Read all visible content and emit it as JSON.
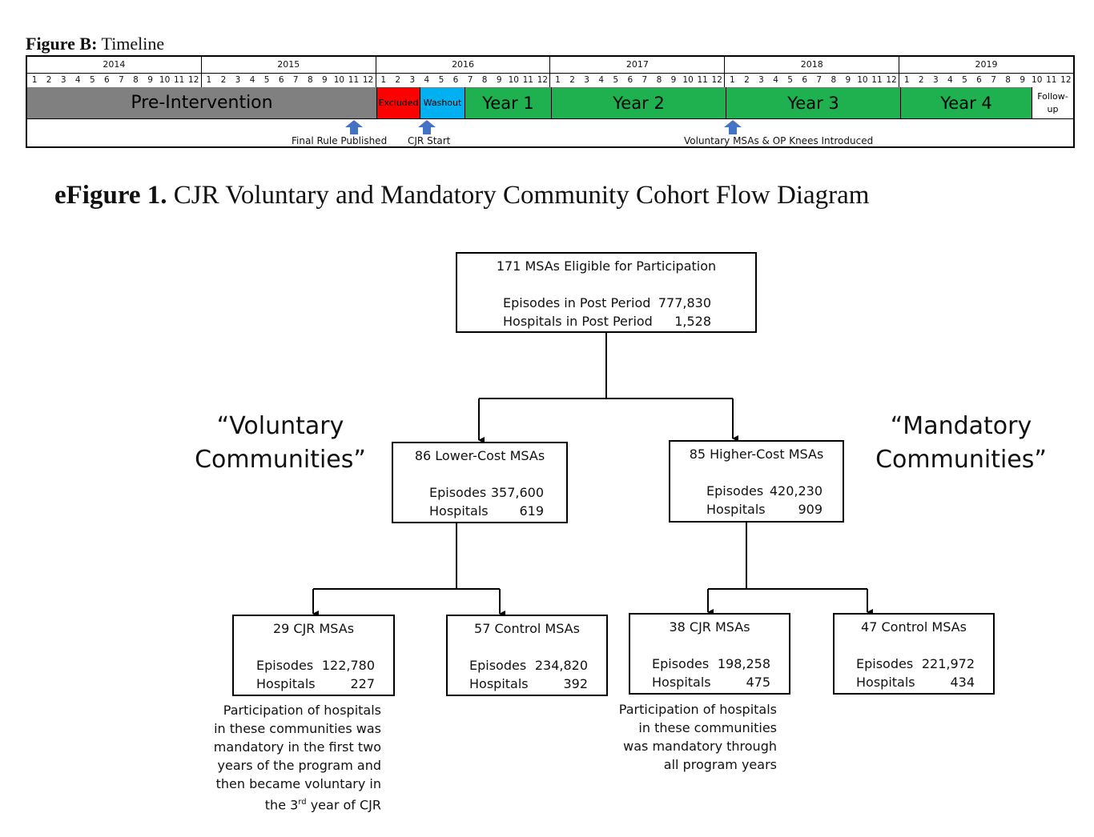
{
  "timeline": {
    "title_bold": "Figure B:",
    "title_rest": " Timeline",
    "years": [
      "2014",
      "2015",
      "2016",
      "2017",
      "2018",
      "2019"
    ],
    "months": [
      "1",
      "2",
      "3",
      "4",
      "5",
      "6",
      "7",
      "8",
      "9",
      "10",
      "11",
      "12"
    ],
    "phases": [
      {
        "label": "Pre-Intervention",
        "color": "#808080"
      },
      {
        "label": "Excluded",
        "color": "#ff0000"
      },
      {
        "label": "Washout",
        "color": "#00b0f0"
      },
      {
        "label": "Year 1",
        "color": "#1fb04f"
      },
      {
        "label": "Year 2",
        "color": "#1fb04f"
      },
      {
        "label": "Year 3",
        "color": "#1fb04f"
      },
      {
        "label": "Year 4",
        "color": "#1fb04f"
      },
      {
        "label": "Follow-up",
        "color": "#ffffff"
      }
    ],
    "events": [
      {
        "label": "Final Rule Published"
      },
      {
        "label": "CJR Start"
      },
      {
        "label": "Voluntary MSAs & OP Knees Introduced"
      }
    ],
    "arrow_color": "#4472c4"
  },
  "flow": {
    "title_bold": "eFigure 1.",
    "title_rest": " CJR Voluntary and Mandatory Community Cohort Flow Diagram",
    "root": {
      "title": "171 MSAs Eligible for Participation",
      "row1_label": "Episodes in Post Period",
      "row1_value": "777,830",
      "row2_label": "Hospitals in Post Period",
      "row2_value": "1,528"
    },
    "voluntary_label_line1": "“Voluntary",
    "voluntary_label_line2": "Communities”",
    "mandatory_label_line1": "“Mandatory",
    "mandatory_label_line2": "Communities”",
    "lower": {
      "title": "86 Lower-Cost MSAs",
      "row1_label": "Episodes",
      "row1_value": "357,600",
      "row2_label": "Hospitals",
      "row2_value": "619"
    },
    "higher": {
      "title": "85 Higher-Cost MSAs",
      "row1_label": "Episodes",
      "row1_value": "420,230",
      "row2_label": "Hospitals",
      "row2_value": "909"
    },
    "lower_cjr": {
      "title": "29 CJR MSAs",
      "row1_label": "Episodes",
      "row1_value": "122,780",
      "row2_label": "Hospitals",
      "row2_value": "227"
    },
    "lower_control": {
      "title": "57 Control MSAs",
      "row1_label": "Episodes",
      "row1_value": "234,820",
      "row2_label": "Hospitals",
      "row2_value": "392"
    },
    "higher_cjr": {
      "title": "38 CJR MSAs",
      "row1_label": "Episodes",
      "row1_value": "198,258",
      "row2_label": "Hospitals",
      "row2_value": "475"
    },
    "higher_control": {
      "title": "47 Control MSAs",
      "row1_label": "Episodes",
      "row1_value": "221,972",
      "row2_label": "Hospitals",
      "row2_value": "434"
    },
    "note_voluntary": {
      "lines": [
        "Participation of hospitals",
        "in these communities was",
        "mandatory in the first two",
        "years of the program and",
        "then became voluntary in"
      ],
      "last_pre": "the 3",
      "last_sup": "rd",
      "last_post": " year of CJR"
    },
    "note_mandatory": {
      "lines": [
        "Participation of hospitals",
        "in these communities",
        "was mandatory through",
        "all program years"
      ]
    }
  }
}
